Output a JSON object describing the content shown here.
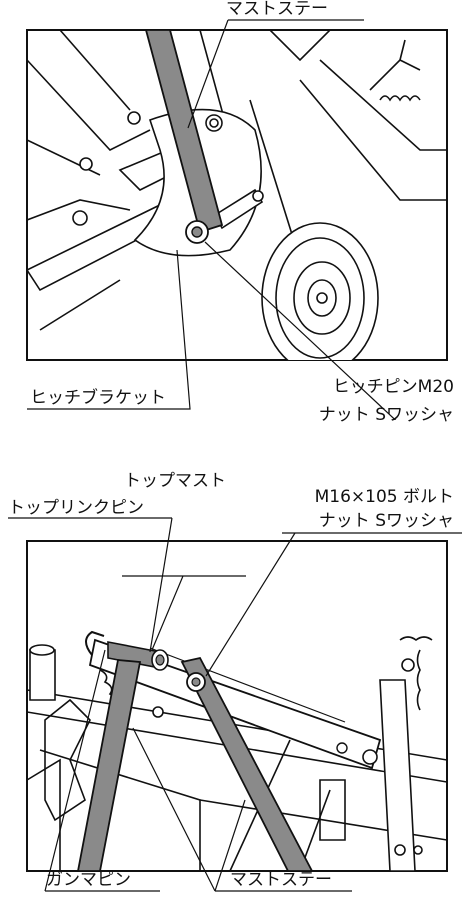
{
  "diagram1": {
    "labels": {
      "mast_stay": "マストステー",
      "hitch_bracket": "ヒッチブラケット",
      "hitch_pin_line1": "ヒッチピンM20",
      "hitch_pin_line2": "ナット Sワッシャ"
    }
  },
  "diagram2": {
    "labels": {
      "top_mast": "トップマスト",
      "top_link_pin": "トップリンクピン",
      "bolt_line1": "M16×105 ボルト",
      "bolt_line2": "ナット Sワッシャ",
      "gamma_pin": "ガンマピン",
      "mast_stay": "マストステー"
    }
  },
  "colors": {
    "line": "#111111",
    "stay_fill": "#8a8a8a",
    "bg": "#ffffff"
  }
}
